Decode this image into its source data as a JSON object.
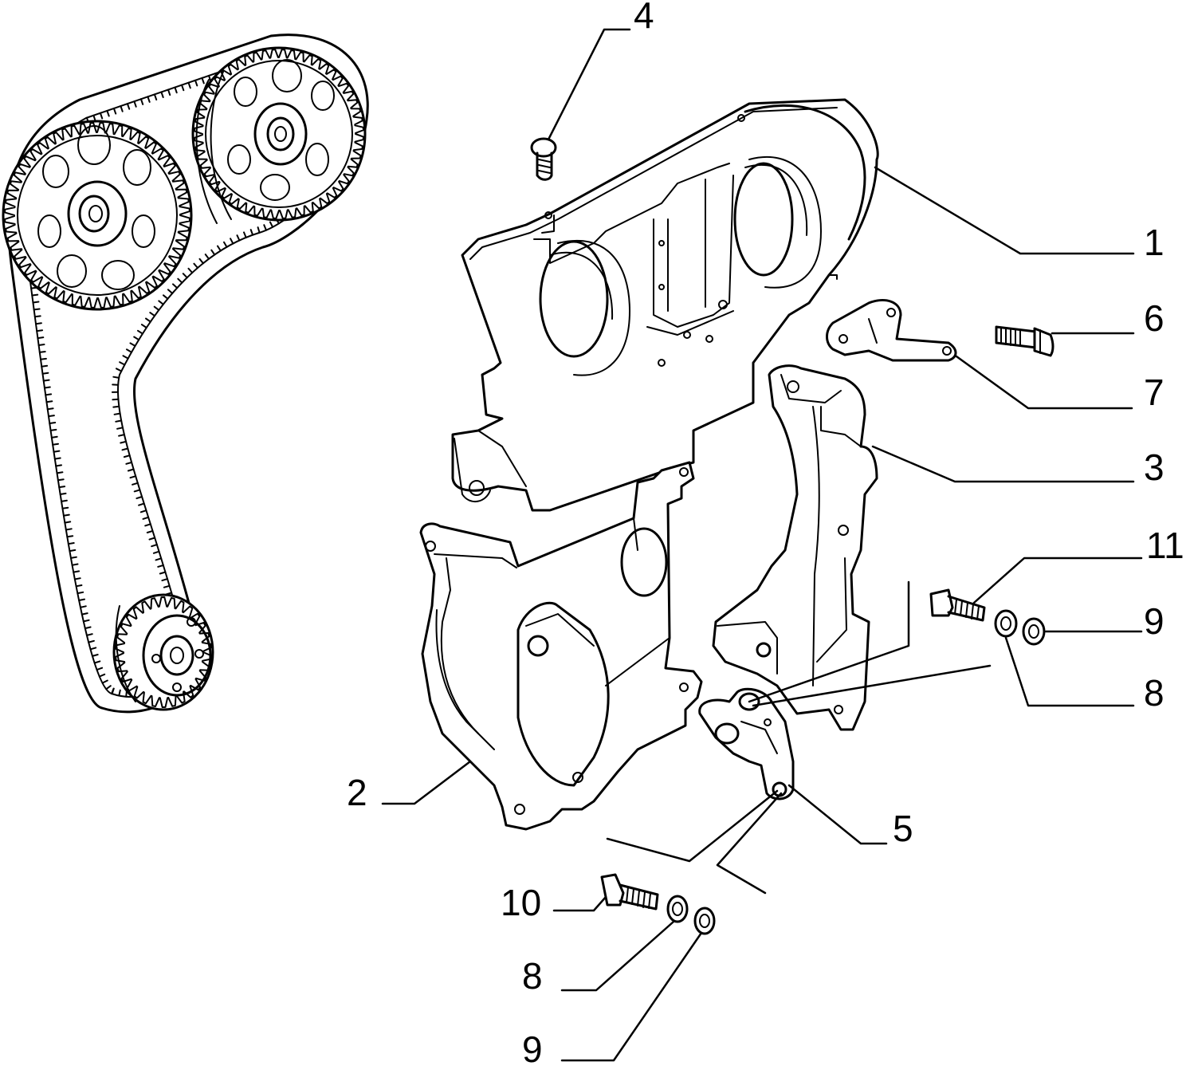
{
  "callouts": [
    {
      "id": "c1",
      "label": "1"
    },
    {
      "id": "c2",
      "label": "2"
    },
    {
      "id": "c3",
      "label": "3"
    },
    {
      "id": "c4",
      "label": "4"
    },
    {
      "id": "c5",
      "label": "5"
    },
    {
      "id": "c6",
      "label": "6"
    },
    {
      "id": "c7",
      "label": "7"
    },
    {
      "id": "c8a",
      "label": "8"
    },
    {
      "id": "c8b",
      "label": "8"
    },
    {
      "id": "c9a",
      "label": "9"
    },
    {
      "id": "c9b",
      "label": "9"
    },
    {
      "id": "c10",
      "label": "10"
    },
    {
      "id": "c11",
      "label": "11"
    }
  ]
}
